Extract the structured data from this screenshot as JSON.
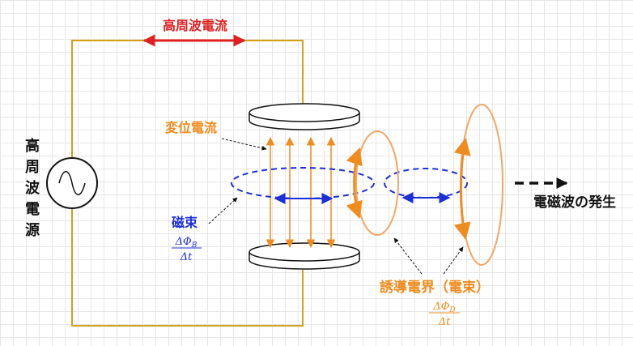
{
  "labels": {
    "high_freq_current": "高周波電流",
    "displacement_current": "変位電流",
    "power_source": [
      "高",
      "周",
      "波",
      "電",
      "源"
    ],
    "magnetic_flux": "磁束",
    "magnetic_formula": {
      "numerator": "ΔΦ",
      "subscript": "B",
      "denominator": "Δt"
    },
    "induced_field": "誘導電界（電束）",
    "electric_formula": {
      "numerator": "ΔΦ",
      "subscript": "D",
      "denominator": "Δt"
    },
    "em_wave": "電磁波の発生"
  },
  "colors": {
    "wire": "#d4a017",
    "current_arrow": "#e02020",
    "orange": "#f08c1e",
    "orange_light": "#f2a766",
    "blue": "#1c2fd9",
    "black": "#111111"
  },
  "icons": {
    "source": "sine-wave-icon"
  }
}
